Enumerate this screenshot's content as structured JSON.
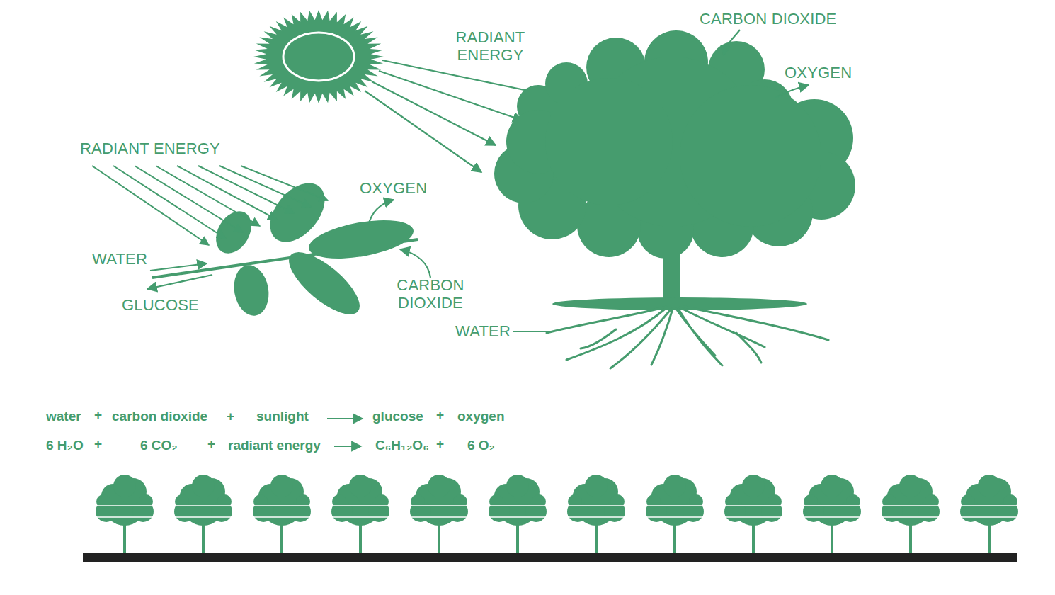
{
  "diagram": {
    "labels": [
      "CARBON DIOXIDE",
      "RADIANT ENERGY",
      "OXYGEN",
      "RADIANT ENERGY",
      "OXYGEN",
      "WATER",
      "GLUCOSE",
      "CARBON DIOXIDE",
      "WATER",
      "water",
      "+",
      "carbon dioxide",
      "+",
      "sunlight",
      "glucose",
      "+",
      "oxygen",
      "6 H₂O",
      "+",
      "6 CO₂",
      "+",
      "radiant energy",
      "C₆H₁₂O₆",
      "+",
      "6 O₂"
    ]
  }
}
